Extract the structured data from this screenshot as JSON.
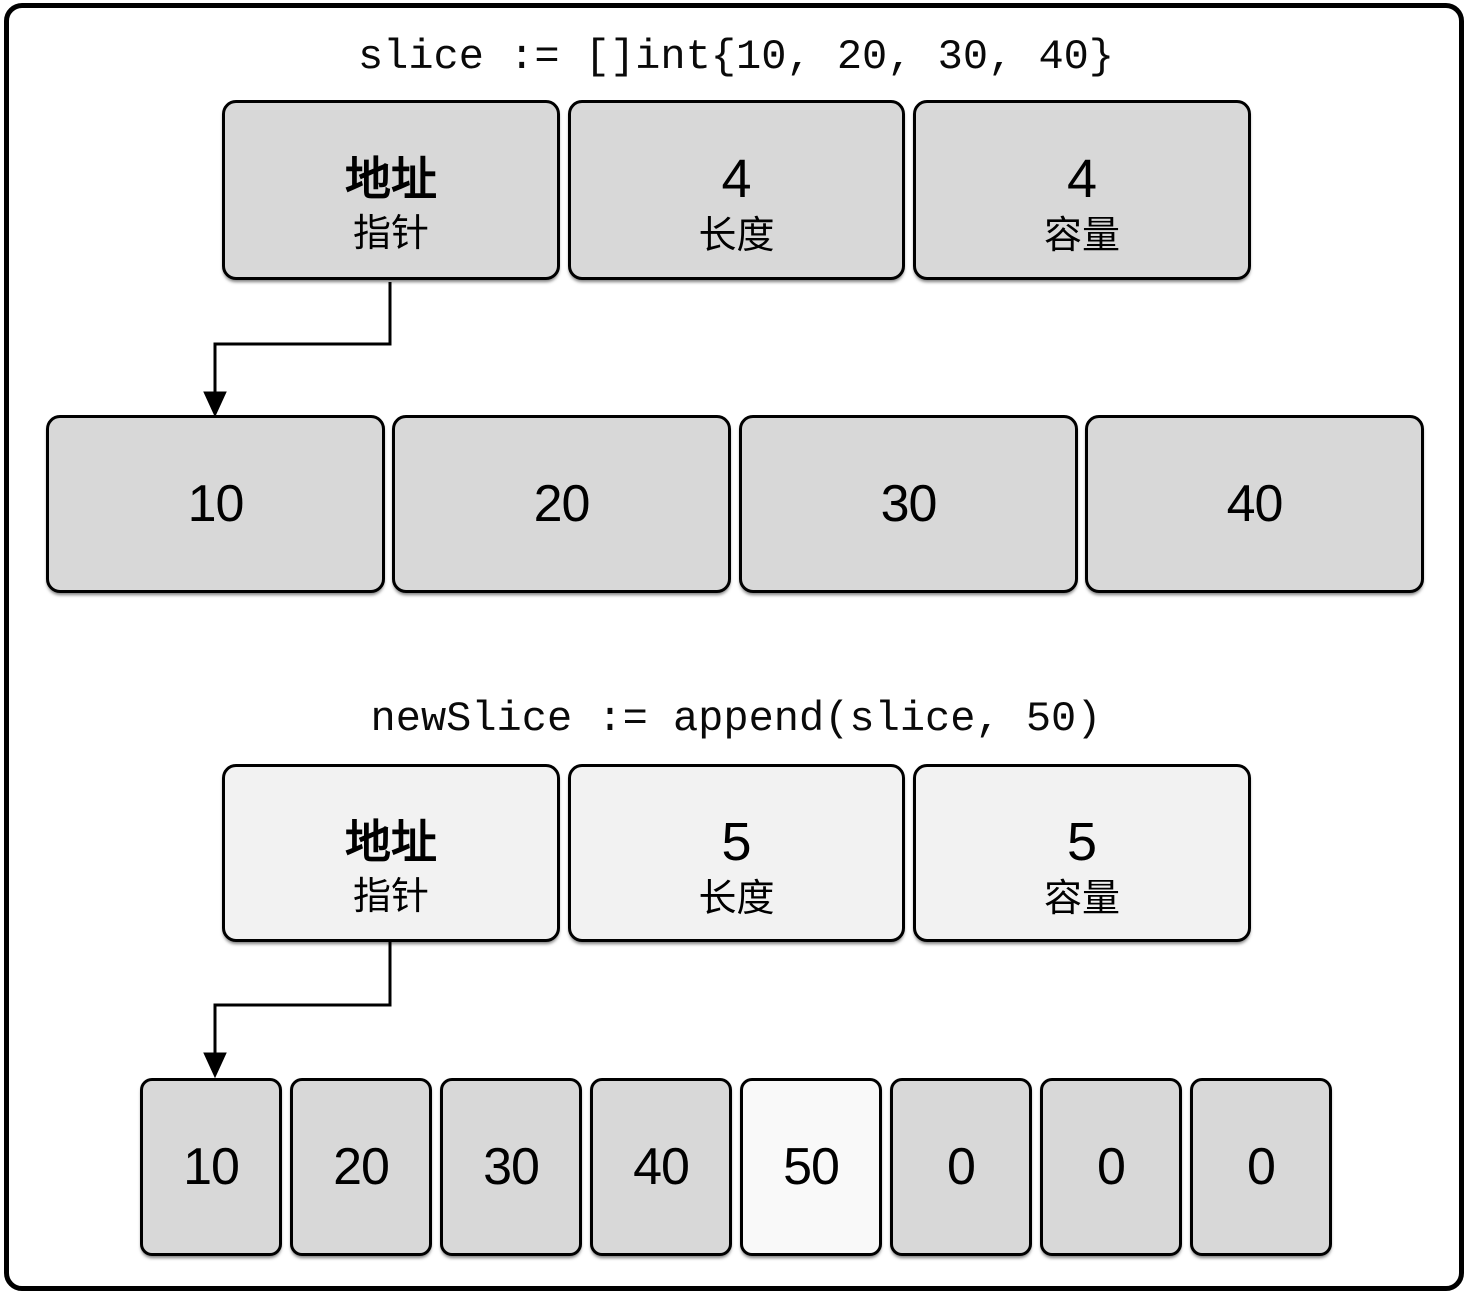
{
  "section1": {
    "title": "slice := []int{10, 20, 30, 40}",
    "header": [
      {
        "main": "地址",
        "sub": "指针"
      },
      {
        "main": "4",
        "sub": "长度"
      },
      {
        "main": "4",
        "sub": "容量"
      }
    ],
    "array": [
      "10",
      "20",
      "30",
      "40"
    ]
  },
  "section2": {
    "title": "newSlice := append(slice, 50)",
    "header": [
      {
        "main": "地址",
        "sub": "指针"
      },
      {
        "main": "5",
        "sub": "长度"
      },
      {
        "main": "5",
        "sub": "容量"
      }
    ],
    "array": [
      "10",
      "20",
      "30",
      "40",
      "50",
      "0",
      "0",
      "0"
    ],
    "highlight_index": 4,
    "highlighted_value": "50"
  },
  "colors": {
    "box_gray": "#d8d8d8",
    "box_light": "#f2f2f2",
    "box_highlight": "#f9f9f9",
    "stroke": "#000000",
    "background": "#ffffff"
  }
}
